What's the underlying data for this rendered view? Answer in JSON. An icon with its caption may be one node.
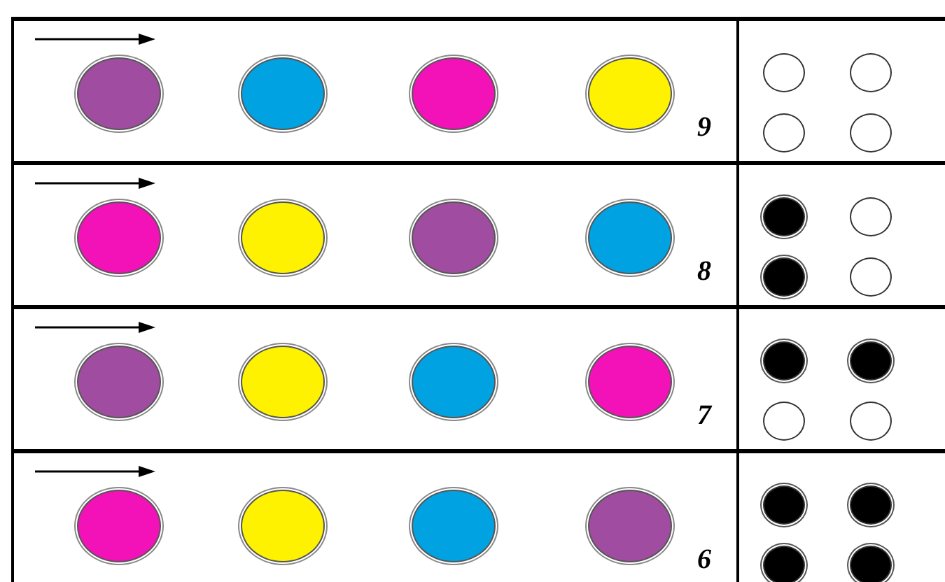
{
  "diagram": {
    "labels": [
      "9",
      "8",
      "7",
      "6"
    ]
  }
}
